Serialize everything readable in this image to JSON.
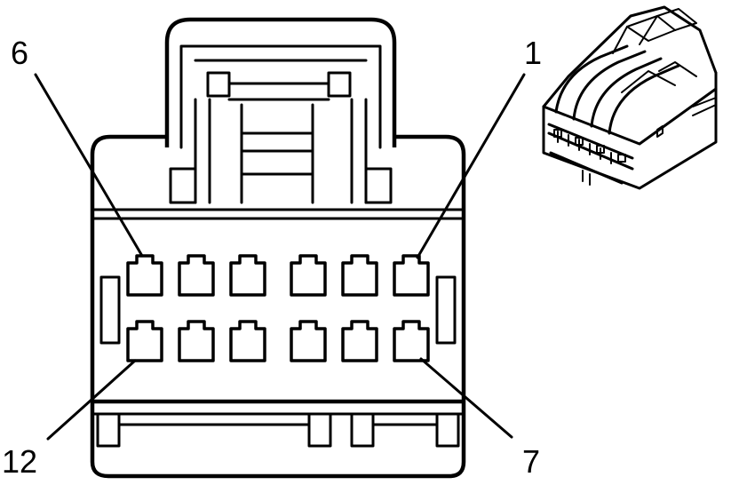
{
  "diagram": {
    "pin_labels": {
      "top_left": "6",
      "top_right": "1",
      "bottom_left": "12",
      "bottom_right": "7"
    }
  },
  "colors": {
    "line": "#000000",
    "background": "#ffffff"
  }
}
